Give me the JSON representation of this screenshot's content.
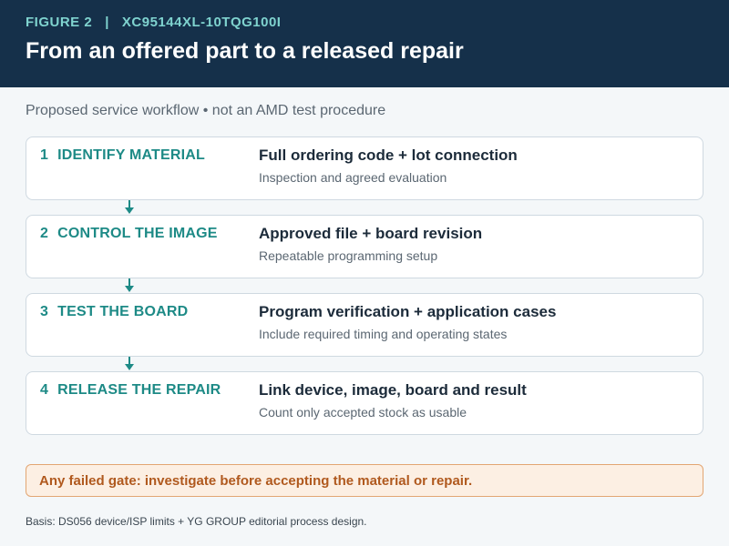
{
  "header": {
    "figure_label": "FIGURE 2",
    "separator": "|",
    "part_code": "XC95144XL-10TQG100I",
    "title": "From an offered part to a released repair"
  },
  "subtitle": "Proposed service workflow • not an AMD test procedure",
  "steps": [
    {
      "num": "1",
      "label": "IDENTIFY MATERIAL",
      "heading": "Full ordering code + lot connection",
      "detail": "Inspection and agreed evaluation"
    },
    {
      "num": "2",
      "label": "CONTROL THE IMAGE",
      "heading": "Approved file + board revision",
      "detail": "Repeatable programming setup"
    },
    {
      "num": "3",
      "label": "TEST THE BOARD",
      "heading": "Program verification + application cases",
      "detail": "Include required timing and operating states"
    },
    {
      "num": "4",
      "label": "RELEASE THE REPAIR",
      "heading": "Link device, image, board and result",
      "detail": "Count only accepted stock as usable"
    }
  ],
  "warning": "Any failed gate: investigate before accepting the material or repair.",
  "footnote": "Basis: DS056 device/ISP limits + YG GROUP editorial process design.",
  "colors": {
    "header_bg": "#15304a",
    "accent_teal": "#1d8a86",
    "warning_bg": "#fcefe3",
    "warning_text": "#b0591e"
  },
  "icons": [
    "arrow-down-icon"
  ]
}
